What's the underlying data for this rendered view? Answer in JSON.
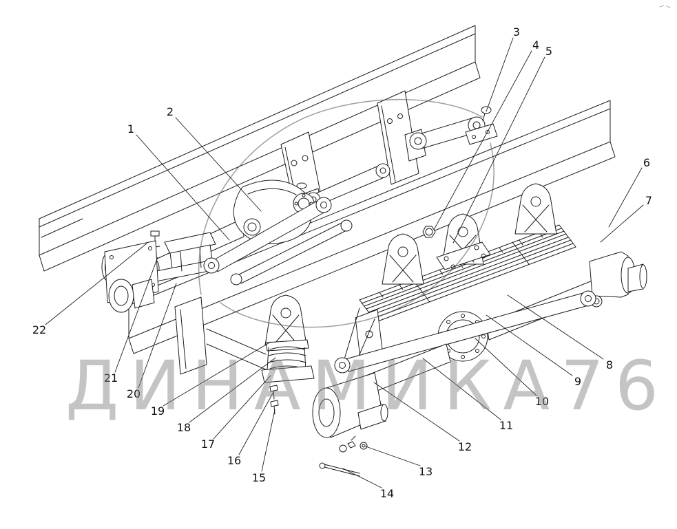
{
  "watermark": {
    "text": "ДИНАМИКА76",
    "color": "#7d7d7d"
  },
  "colors": {
    "line": "#1b1b1b",
    "background": "#ffffff",
    "watermark": "#7d7d7d"
  },
  "diagram": {
    "kind": "parts-diagram",
    "callouts": [
      "1",
      "2",
      "3",
      "4",
      "5",
      "6",
      "7",
      "8",
      "9",
      "10",
      "11",
      "12",
      "13",
      "14",
      "15",
      "16",
      "17",
      "18",
      "19",
      "20",
      "21",
      "22"
    ]
  }
}
